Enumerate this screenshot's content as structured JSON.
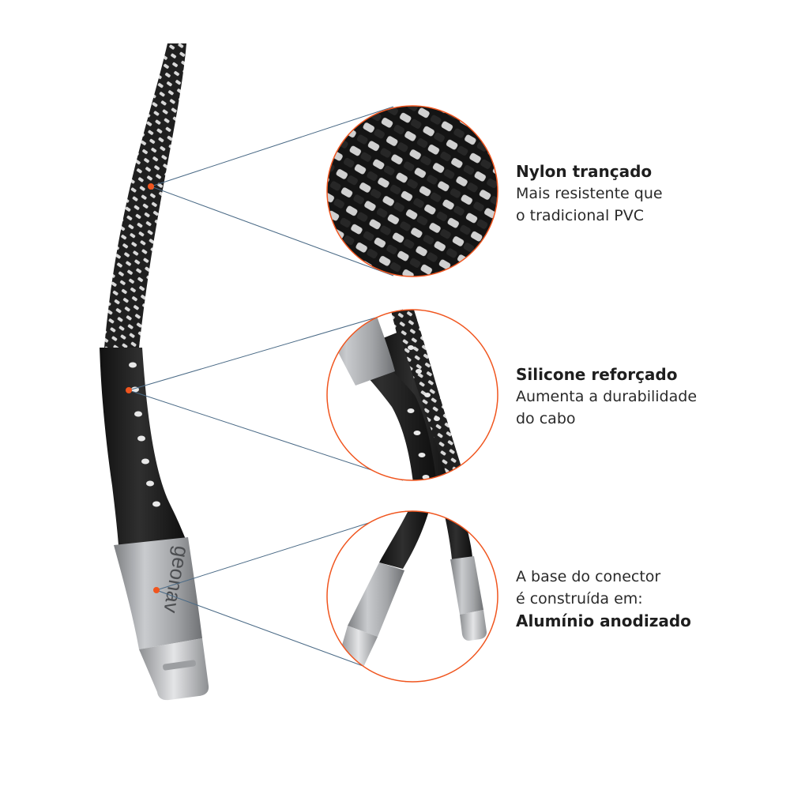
{
  "colors": {
    "accent": "#f0551e",
    "leader_line": "#4a6a86",
    "cable_dark": "#1f1f1f",
    "braid_light": "#d8d8d8",
    "aluminum": "#a9abae"
  },
  "connector_brand": "geonav",
  "features": [
    {
      "title": "Nylon trançado",
      "lines": [
        "Mais resistente que",
        "o tradicional PVC"
      ]
    },
    {
      "title": "Silicone reforçado",
      "lines": [
        "Aumenta a durabilidade",
        "do cabo"
      ]
    },
    {
      "lines": [
        "A base do conector",
        "é construída em:"
      ],
      "title": "Alumínio anodizado"
    }
  ]
}
